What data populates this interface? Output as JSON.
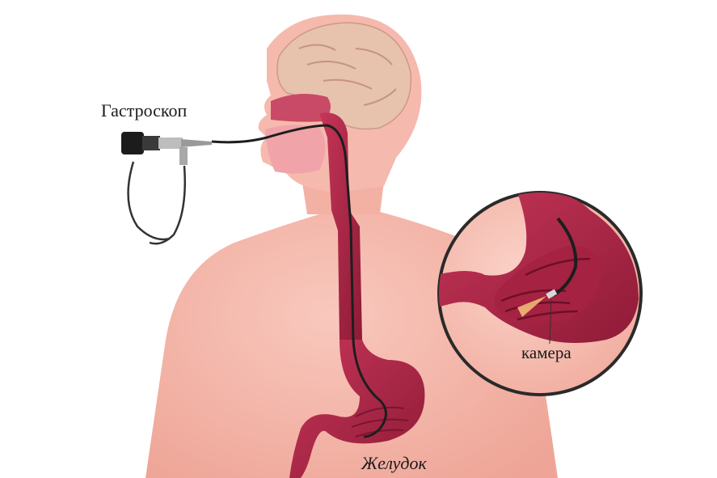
{
  "labels": {
    "gastroscope": "Гастроскоп",
    "camera": "камера",
    "stomach": "Желудок"
  },
  "colors": {
    "background": "#ffffff",
    "skin": "#f6b9ad",
    "skin_shadow": "#e89e92",
    "organ": "#b52a4a",
    "organ_dark": "#8a1a35",
    "brain": "#e7c2ad",
    "scope_cable": "#222222",
    "scope_metal": "#b5b5b5"
  }
}
